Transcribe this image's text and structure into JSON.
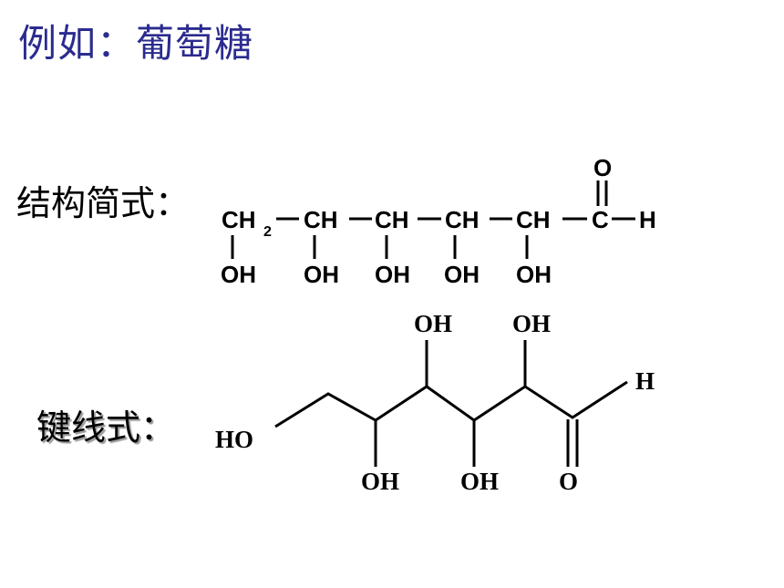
{
  "title": "例如：葡萄糖",
  "condensed": {
    "label": "结构简式：",
    "main_chain": [
      "CH",
      "CH",
      "CH",
      "CH",
      "CH",
      "C",
      "H"
    ],
    "ch2_subscript": "2",
    "hydroxyls": [
      "OH",
      "OH",
      "OH",
      "OH",
      "OH"
    ],
    "carbonyl_o": "O"
  },
  "skeletal": {
    "label": "键线式：",
    "terminal_left": "HO",
    "top_substituents": [
      "OH",
      "OH"
    ],
    "bottom_substituents": [
      "OH",
      "OH",
      "O"
    ],
    "aldehyde_h": "H"
  }
}
